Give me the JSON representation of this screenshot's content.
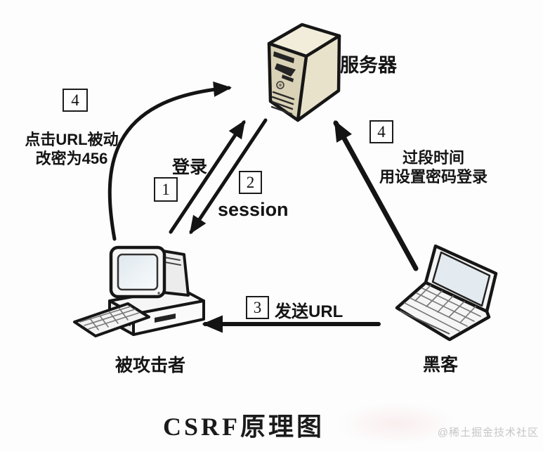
{
  "diagram": {
    "title": "CSRF原理图",
    "watermark": "@稀土掘金技术社区"
  },
  "nodes": {
    "server": {
      "label": "服务器",
      "icon": "server-tower-icon"
    },
    "victim": {
      "label": "被攻击者",
      "icon": "desktop-computer-icon"
    },
    "hacker": {
      "label": "黑客",
      "icon": "laptop-icon"
    }
  },
  "steps": {
    "step1": {
      "num": "1",
      "label": "登录",
      "from": "victim",
      "to": "server"
    },
    "step2": {
      "num": "2",
      "label": "session",
      "from": "server",
      "to": "victim"
    },
    "step3": {
      "num": "3",
      "label": "发送URL",
      "from": "hacker",
      "to": "victim"
    },
    "step4_left": {
      "num": "4",
      "line1": "点击URL被动",
      "line2": "改密为456",
      "from": "victim",
      "to": "server"
    },
    "step4_right": {
      "num": "4",
      "line1": "过段时间",
      "line2": "用设置密码登录",
      "from": "hacker",
      "to": "server"
    }
  },
  "colors": {
    "ink": "#161616",
    "server_front": "#d9d2b6",
    "server_side": "#e8e2cb",
    "server_top": "#f1edda",
    "device_body": "#f4f4f4",
    "screen": "#e4ebf0",
    "watermark": "#c6c6c6",
    "background": "#fdfdfd"
  }
}
